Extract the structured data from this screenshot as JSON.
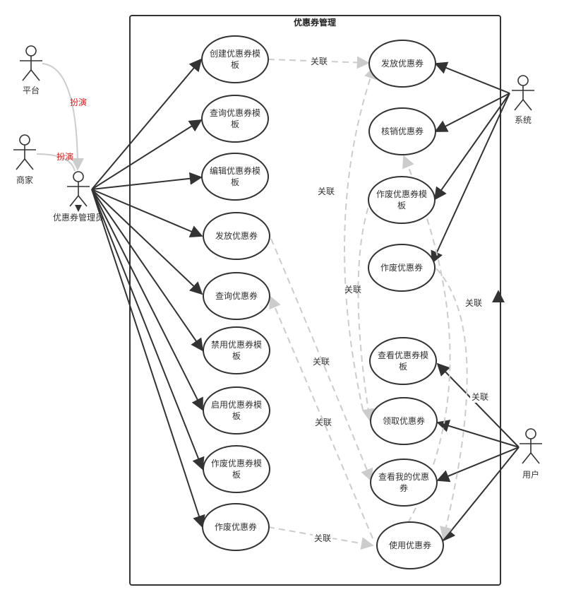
{
  "system": {
    "title": "优惠券管理"
  },
  "actors": {
    "platform": "平台",
    "merchant": "商家",
    "manager": "优惠券管理员",
    "system": "系统",
    "user": "用户"
  },
  "use_cases": {
    "create_template": [
      "创建优惠券模",
      "板"
    ],
    "query_template": [
      "查询优惠券模",
      "板"
    ],
    "edit_template": [
      "编辑优惠券模",
      "板"
    ],
    "issue_coupon_mgr": [
      "发放优惠券"
    ],
    "query_coupon": [
      "查询优惠券"
    ],
    "disable_template": [
      "禁用优惠券模",
      "板"
    ],
    "enable_template": [
      "启用优惠券模",
      "板"
    ],
    "void_template_mgr": [
      "作废优惠券模",
      "板"
    ],
    "void_coupon_mgr": [
      "作废优惠券"
    ],
    "issue_coupon_sys": [
      "发放优惠券"
    ],
    "verify_coupon": [
      "核销优惠券"
    ],
    "void_template_sys": [
      "作废优惠券模",
      "板"
    ],
    "void_coupon_sys": [
      "作废优惠券"
    ],
    "view_template": [
      "查看优惠券模",
      "板"
    ],
    "receive_coupon": [
      "领取优惠券"
    ],
    "view_my_coupon": [
      "查看我的优惠",
      "券"
    ],
    "use_coupon": [
      "使用优惠券"
    ]
  },
  "relations": {
    "generalization": "扮演",
    "association": "关联"
  },
  "colors": {
    "solid_line": "#333333",
    "dashed_line": "#c8c8c8",
    "generalization_line": "#cccccc",
    "generalization_text": "#e02020"
  }
}
